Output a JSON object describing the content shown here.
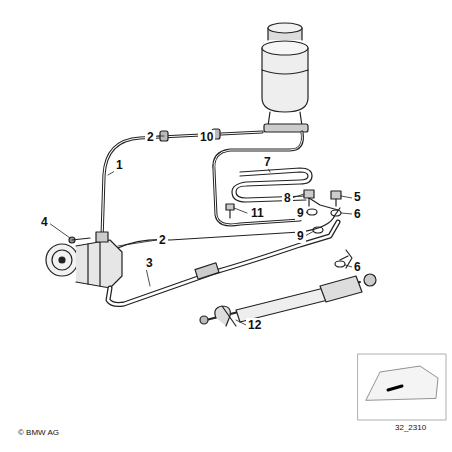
{
  "diagram": {
    "labels": [
      "2",
      "10",
      "1",
      "7",
      "8",
      "11",
      "9",
      "5",
      "6",
      "4",
      "2",
      "9",
      "3",
      "6",
      "12",
      "© BMW AG",
      "32_2310"
    ]
  }
}
